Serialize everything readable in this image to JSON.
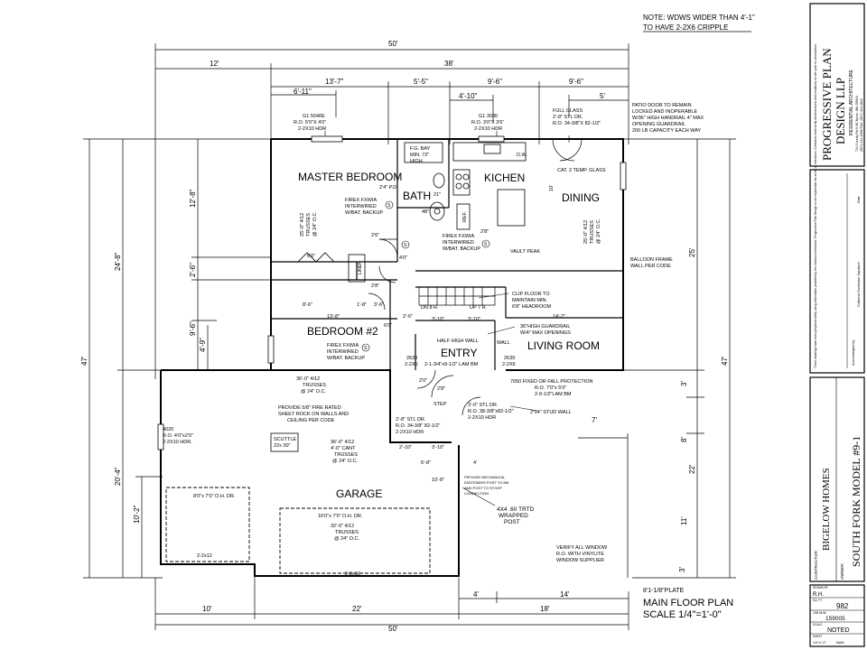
{
  "note": {
    "line1": "NOTE: WDWS WIDER THAN 4'-1\"",
    "line2": "TO HAVE 2-2X6 CRIPPLE"
  },
  "title_block": {
    "company_line1": "PROGRESSIVE PLAN",
    "company_line2": "DESIGN LLP",
    "company_sub": "RESIDENTIAL ARCHITECTURE",
    "company_addr1": "714 County Rd 9 SE Byron, MN 55920",
    "company_addr2": "(507) 424-1806   FAX: (507) 424-1812",
    "approval_label": "Customer/Contractor Signature",
    "date_label": "Date",
    "acknowledged_label": "Acknowledged by:",
    "disclaimer": "These drawings have been prepared solely using information provided by the customer/contractor. Progressive Plan Design is not responsible for errors or omissions. Contractor shall verify all dimensions and conditions on site prior to construction.",
    "contractor_label": "CONTRACTOR:",
    "contractor": "BIGELOW HOMES",
    "owner_label": "OWNER:",
    "model": "SOUTH FORK MODEL #9-1",
    "drawn_by_label": "DRAWN BY",
    "drawn_by": "R.H.",
    "sq_ft_label": "SQ. FT.",
    "sq_ft": "982",
    "job_no_label": "JOB NUM.",
    "job_no": "159005",
    "scale_label": "SCALE",
    "scale": "NOTED",
    "sheet_label": "SHEET",
    "sheet_ref": "1/4\"=1'-0\"",
    "sheet_of": "MAIN"
  },
  "drawing": {
    "title": "MAIN FLOOR PLAN",
    "scale": "SCALE 1/4\"=1'-0\"",
    "plate": "8'1-1/8\"PLATE"
  },
  "dims_top": {
    "overall": "50'",
    "seg_12": "12'",
    "seg_38": "38'",
    "d_13_7": "13'-7\"",
    "d_5_5": "5'-5\"",
    "d_9_6a": "9'-6\"",
    "d_9_6b": "9'-6\"",
    "d_6_11": "6'-11\"",
    "d_4_10": "4'-10\"",
    "d_5": "5'"
  },
  "dims_bottom": {
    "overall": "50'",
    "d_10": "10'",
    "d_22": "22'",
    "d_18": "18'",
    "d_4": "4'",
    "d_14": "14'"
  },
  "dims_left": {
    "overall": "47'",
    "d_24_8": "24'-8\"",
    "d_20_4": "20'-4\"",
    "d_12_8": "12'-8\"",
    "d_2_6": "2'-6\"",
    "d_9_6": "9'-6\"",
    "d_4_9": "4'-9\"",
    "d_10_2": "10'-2\""
  },
  "dims_right": {
    "overall": "47'",
    "d_25": "25'",
    "d_22": "22'",
    "d_3a": "3'",
    "d_8": "8'",
    "d_11": "11'",
    "d_3b": "3'",
    "d_7": "7'"
  },
  "rooms": {
    "master": "MASTER BEDROOM",
    "bath": "BATH",
    "kitchen": "KICHEN",
    "dining": "DINING",
    "bedroom2": "BEDROOM #2",
    "entry": "ENTRY",
    "living": "LIVING ROOM",
    "garage": "GARAGE",
    "linen": "LINEN"
  },
  "notes": {
    "window_g1_5040e": "G1 5040E",
    "window_g1_5040e_ro": "R.O. 5'0\"X 4'0\"",
    "window_g1_5040e_hdr": "2-2X10 HDR",
    "window_g1_3036": "G1 3036",
    "window_g1_3036_ro": "R.O. 3'0\"X 3'6\"",
    "window_g1_3036_hdr": "2-2X10 HDR",
    "full_glass_1": "FULL GLASS",
    "full_glass_2": "2'-8\" STL DR.",
    "full_glass_3": "R.O. 34-3/8\"X 82-1/2\"",
    "patio_1": "PATIO DOOR TO REMAIN",
    "patio_2": "LOCKED AND INOPERABLE",
    "patio_3": "W/36\" HIGH HANDRAIL 4\" MAX",
    "patio_4": "OPENING GUARDRAIL",
    "patio_5": "200 LB CAPACITY EACH WAY",
    "fg_bay": "F.G. BAY",
    "fg_bay_2": "MIN. 72\"",
    "fg_bay_3": "HIGH",
    "dw": "D.W.",
    "ref": "REF.",
    "temp_glass": "CAT. 2 TEMP. GLASS",
    "pd": "2'4\" P.D.",
    "d21": "21\"",
    "d48": "48\"",
    "d28": "2'8\"",
    "d10": "10'",
    "d6_0": "6'0\"",
    "d4_0": "4'0\"",
    "d2_6": "2'6\"",
    "d2_8": "2'8\"",
    "d6_0b": "6'0\"",
    "firex_1": "FIREX FXWIA",
    "firex_2": "INTERWIRED",
    "firex_3": "W/BAT. BACKUP",
    "trusses_master_1": "25'-0\" 4/12",
    "trusses_master_2": "TRUSSES",
    "trusses_master_3": "@ 24\" O.C.",
    "trusses_dining_1": "25'-0\" 4/12",
    "trusses_dining_2": "TRUSSES",
    "trusses_dining_3": "@ 24\" O.C.",
    "vault": "VAULT PEAK",
    "balloon_1": "BALLOON FRAME",
    "balloon_2": "WALL PER CODE",
    "clip_1": "CLIP FLOOR TO",
    "clip_2": "MAINTAIN MIN.",
    "clip_3": "6'8\" HEADROOM",
    "dn": "DN 8 R.",
    "up": "UP 7 R.",
    "guard_1": "36\"HIGH GUARDRAIL",
    "guard_2": "W/4\" MAX OPENINGS",
    "half_wall": "HALF HIGH WALL",
    "wall": "WALL",
    "d8_6": "8'-6\"",
    "d1_8": "1'-8\"",
    "d3_6": "3'-6\"",
    "d13_8": "13'-8\"",
    "d2_6b": "2'-6\"",
    "d3_10a": "3'-10\"",
    "d3_10b": "3'-10\"",
    "d14_2": "14'-2\"",
    "d2_0": "2'0\"",
    "d2_8b": "2'8\"",
    "lam_2639a": "2639",
    "lam_2639a_b": "2-2X6",
    "lam_2639b": "2639",
    "lam_2639b_b": "2-2X6",
    "lam_beam": "2-1-3/4\"x9-1/2\" LAM BM",
    "fixed_1": "7050 FIXED OR FALL PROTECTION",
    "fixed_2": "R.O. 7'0\"x 5'0\"",
    "fixed_3": "2-9-1/2\"LAM BM",
    "step": "STEP",
    "stl_3_0_1": "3'-0\" STL DR.",
    "stl_3_0_2": "R.O. 38-3/8\"x82-1/2\"",
    "stl_3_0_3": "2-2X10 HDR",
    "stud_wall": "2\"x4\" STUD WALL",
    "stl_2_8_1": "2'-8\" STL DR.",
    "stl_2_8_2": "R.O. 34-3/8\" 82-1/2\"",
    "stl_2_8_3": "2-2X10 HDR",
    "d2_10": "2'-10\"",
    "d3_10c": "3'-10\"",
    "d6_8": "6'-8\"",
    "d4b": "4'",
    "d10_8": "10'-8\"",
    "mech_1": "PROVIDE MECHANICAL",
    "mech_2": "FASTENERS POST TO BM",
    "mech_3": "AND POST TO STOOP",
    "mech_4": "CONNECTION",
    "post_1": "4X4 .60 TRTD",
    "post_2": "WRAPPED",
    "post_3": "POST",
    "verify_1": "VERIFY ALL WINDOW",
    "verify_2": "R.O. WITH VINYLITE",
    "verify_3": "WINDOW SUPPLIER",
    "g_trusses_1": "36'-0\" 4/12",
    "g_trusses_2": "TRUSSES",
    "g_trusses_3": "@ 24\" O.C.",
    "fire_1": "PROVIDE 5/8\" FIRE RATED",
    "fire_2": "SHEET ROCK ON WALLS AND",
    "fire_3": "CEILING PER CODE",
    "scuttle_1": "SCUTTLE",
    "scuttle_2": "22x 30\"",
    "cant_1": "36'-0\" 4/12",
    "cant_2": "4'-0\" CANT",
    "cant_3": "TRUSSES",
    "cant_4": "@ 24\" O.C.",
    "win_4020_1": "4020",
    "win_4020_2": "R.O. 4'0\"x2'0\"",
    "win_4020_3": "2-2X10 HDR.",
    "ohdr_8": "8'0\"x 7'0\" O.H. DR.",
    "ohdr_16": "16'0\"x 7'0\" O.H. DR.",
    "g_trusses2_1": "32'-0\" 4/12",
    "g_trusses2_2": "TRUSSES",
    "g_trusses2_3": "@ 24\" O.C.",
    "hdr_2x12a": "2-2x12",
    "hdr_2x12b": "2-2x12",
    "s_callout": "S"
  }
}
